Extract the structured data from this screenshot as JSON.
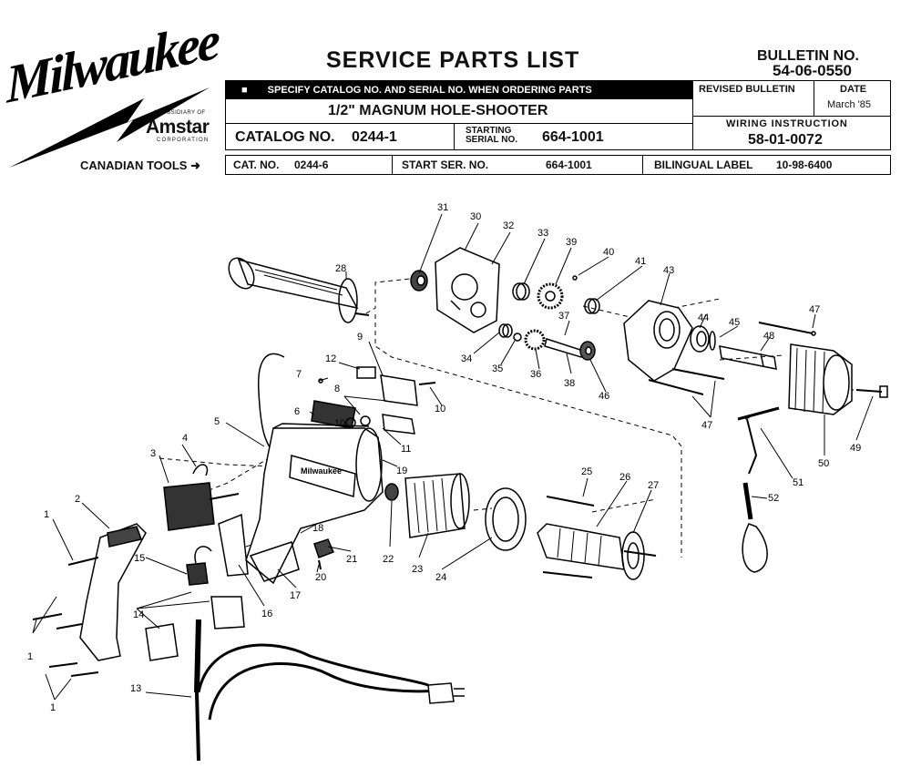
{
  "header": {
    "brand": "Milwaukee",
    "subsidiary_line": "A SUBSIDIARY OF",
    "parent": "Amstar",
    "corporation": "CORPORATION",
    "canadian_tools": "CANADIAN TOOLS",
    "title": "SERVICE PARTS LIST",
    "bulletin_label": "BULLETIN NO.",
    "bulletin_no": "54-06-0550",
    "specify_note": "SPECIFY CATALOG NO. AND SERIAL NO. WHEN ORDERING PARTS",
    "revised_bulletin_label": "REVISED BULLETIN",
    "date_label": "DATE",
    "date_value": "March '85",
    "product_name": "1/2\" MAGNUM HOLE-SHOOTER",
    "wiring_label": "WIRING INSTRUCTION",
    "wiring_no": "58-01-0072",
    "catalog_label": "CATALOG NO.",
    "catalog_no": "0244-1",
    "starting_serial_label_1": "STARTING",
    "starting_serial_label_2": "SERIAL NO.",
    "starting_serial_no": "664-1001",
    "cat_no_label": "CAT. NO.",
    "cat_no_canadian": "0244-6",
    "start_ser_label": "START SER. NO.",
    "start_ser_canadian": "664-1001",
    "bilingual_label": "BILINGUAL LABEL",
    "bilingual_no": "10-98-6400",
    "nameplate": "Milwaukee"
  },
  "callouts": {
    "c1": "1",
    "c2": "2",
    "c3": "3",
    "c4": "4",
    "c5": "5",
    "c6": "6",
    "c7": "7",
    "c8": "8",
    "c9": "9",
    "c10": "10",
    "c11": "11",
    "c12": "12",
    "c13": "13",
    "c14": "14",
    "c15": "15",
    "c16": "16",
    "c17": "17",
    "c18": "18",
    "c19": "19",
    "c20": "20",
    "c21": "21",
    "c22": "22",
    "c23": "23",
    "c24": "24",
    "c25": "25",
    "c26": "26",
    "c27": "27",
    "c28": "28",
    "c30": "30",
    "c31": "31",
    "c32": "32",
    "c33": "33",
    "c34": "34",
    "c35": "35",
    "c36": "36",
    "c37": "37",
    "c38": "38",
    "c39": "39",
    "c40": "40",
    "c41": "41",
    "c43": "43",
    "c44": "44",
    "c45": "45",
    "c46": "46",
    "c47": "47",
    "c48": "48",
    "c49": "49",
    "c50": "50",
    "c51": "51",
    "c52": "52"
  }
}
